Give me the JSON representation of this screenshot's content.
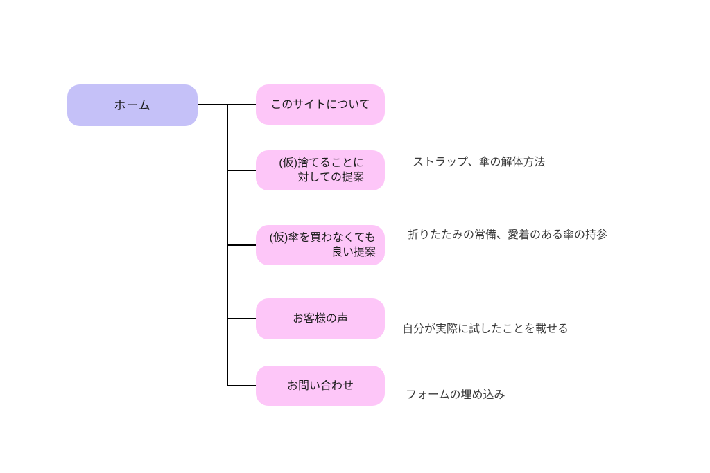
{
  "colors": {
    "background": "#ffffff",
    "root_fill": "#c5c1f8",
    "child_fill": "#fdc6f8",
    "connector": "#000000",
    "node_text": "#1c1c1c",
    "note_text": "#3a3a3a"
  },
  "diagram": {
    "type": "sitemap-tree",
    "root": {
      "label": "ホーム"
    },
    "nodes": [
      {
        "lines": [
          "このサイトについて"
        ]
      },
      {
        "lines": [
          "(仮)捨てることに",
          "対しての提案"
        ],
        "note": "ストラップ、傘の解体方法"
      },
      {
        "lines": [
          "(仮)傘を買わなくても",
          "良い提案"
        ],
        "note": "折りたたみの常備、愛着のある傘の持参"
      },
      {
        "lines": [
          "お客様の声"
        ],
        "note": "自分が実際に試したことを載せる"
      },
      {
        "lines": [
          "お問い合わせ"
        ],
        "note": "フォームの埋め込み"
      }
    ]
  }
}
